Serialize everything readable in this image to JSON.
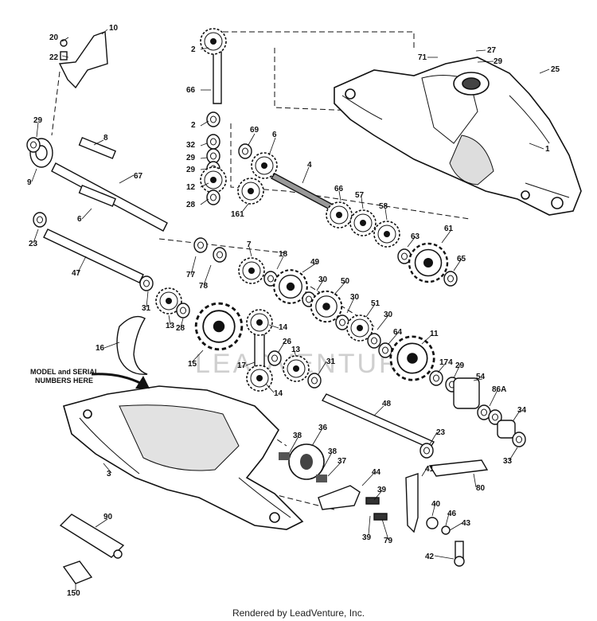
{
  "diagram": {
    "labels": [
      "20",
      "22",
      "10",
      "2",
      "66",
      "2",
      "32",
      "29",
      "29",
      "12",
      "28",
      "69",
      "6",
      "4",
      "161",
      "71",
      "27",
      "29",
      "25",
      "1",
      "29",
      "9",
      "8",
      "67",
      "6",
      "23",
      "47",
      "77",
      "78",
      "66",
      "57",
      "58",
      "63",
      "61",
      "65",
      "7",
      "18",
      "49",
      "30",
      "50",
      "30",
      "51",
      "30",
      "64",
      "31",
      "13",
      "28",
      "14",
      "26",
      "15",
      "16",
      "17",
      "14",
      "13",
      "31",
      "11",
      "174",
      "29",
      "54",
      "86A",
      "34",
      "33",
      "48",
      "23",
      "3",
      "36",
      "38",
      "38",
      "37",
      "44",
      "41",
      "80",
      "39",
      "40",
      "46",
      "43",
      "39",
      "79",
      "42",
      "90",
      "150"
    ],
    "note": [
      "MODEL and SERIAL",
      "NUMBERS HERE"
    ],
    "watermark": "LEADVENTURE"
  },
  "footer": "Rendered by LeadVenture, Inc."
}
